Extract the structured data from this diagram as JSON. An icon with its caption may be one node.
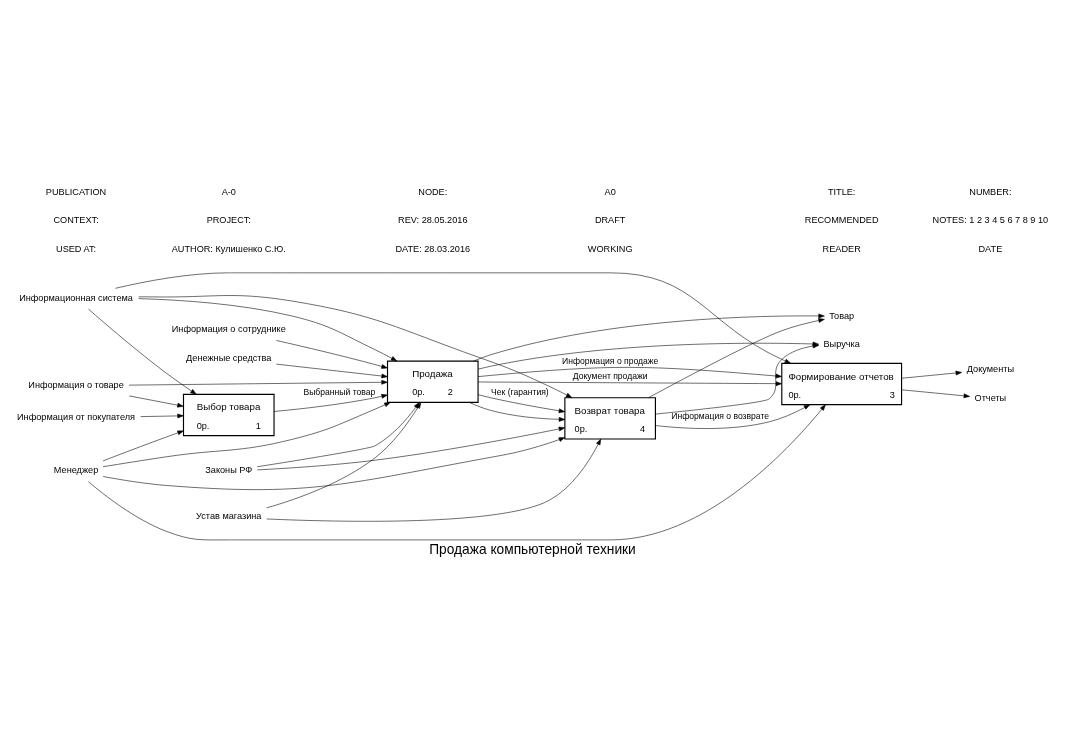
{
  "diagram": {
    "title": "Продажа компьютерной техники",
    "nodes": [
      {
        "text": [
          "Выбор товара",
          "0р.",
          "1"
        ]
      },
      {
        "text": [
          "Возврат товара",
          "0р.",
          "4"
        ]
      },
      {
        "text": [
          "Продажа",
          "0р.",
          "2"
        ]
      },
      {
        "text": [
          "Формирование отчетов",
          "0р.",
          "3"
        ]
      },
      {
        "text": [
          "Законы РФ"
        ]
      },
      {
        "text": [
          "Устав магазина"
        ]
      },
      {
        "text": [
          "Информация от покупателя"
        ]
      },
      {
        "text": [
          "Информация о товаре"
        ]
      },
      {
        "text": [
          "Информация о сотруднике"
        ]
      },
      {
        "text": [
          "Денежные средства"
        ]
      },
      {
        "text": [
          "Товар"
        ]
      },
      {
        "text": [
          "Выручка"
        ]
      },
      {
        "text": [
          "Документы"
        ]
      },
      {
        "text": [
          "Отчеты"
        ]
      },
      {
        "text": [
          "Информационная система"
        ]
      },
      {
        "text": [
          "Менеджер"
        ]
      }
    ],
    "edges": [
      {
        "from": 6,
        "to": 0,
        "arrow": "to"
      },
      {
        "from": 7,
        "to": 0,
        "arrow": "to"
      },
      {
        "from": 7,
        "to": 2,
        "arrow": "to"
      },
      {
        "from": 0,
        "to": 2,
        "arrow": "to",
        "label": "Выбранный товар"
      },
      {
        "from": 8,
        "to": 2,
        "arrow": "to"
      },
      {
        "from": 9,
        "to": 2,
        "arrow": "to"
      },
      {
        "from": 4,
        "to": 2,
        "arrow": "to"
      },
      {
        "from": 4,
        "to": 1,
        "arrow": "to"
      },
      {
        "from": 5,
        "to": 2,
        "arrow": "to"
      },
      {
        "from": 5,
        "to": 1,
        "arrow": "to"
      },
      {
        "from": 2,
        "to": 1,
        "arrow": "to",
        "label": "Чек (гарантия)"
      },
      {
        "from": 2,
        "to": 1,
        "arrow": "to"
      },
      {
        "from": 2,
        "to": 10,
        "arrow": "to"
      },
      {
        "from": 1,
        "to": 10,
        "arrow": "to"
      },
      {
        "from": 2,
        "to": 11,
        "arrow": "to"
      },
      {
        "from": 1,
        "to": 11,
        "arrow": "to"
      },
      {
        "from": 2,
        "to": 3,
        "arrow": "to",
        "label": "Информация о продаже"
      },
      {
        "from": 2,
        "to": 3,
        "arrow": "to",
        "label": "Документ продажи"
      },
      {
        "from": 1,
        "to": 3,
        "arrow": "to",
        "label": "Информация о возврате"
      },
      {
        "from": 3,
        "to": 12,
        "arrow": "to"
      },
      {
        "from": 3,
        "to": 13,
        "arrow": "to"
      },
      {
        "from": 14,
        "to": 2,
        "arrow": "to"
      },
      {
        "from": 14,
        "to": 0,
        "arrow": "to"
      },
      {
        "from": 14,
        "to": 3,
        "arrow": "to"
      },
      {
        "from": 14,
        "to": 1,
        "arrow": "to"
      },
      {
        "from": 15,
        "to": 2,
        "arrow": "to"
      },
      {
        "from": 15,
        "to": 0,
        "arrow": "to"
      },
      {
        "from": 15,
        "to": 3,
        "arrow": "to"
      },
      {
        "from": 15,
        "to": 1,
        "arrow": "to"
      }
    ],
    "labels": [
      "USED AT:",
      "AUTHOR: Кулишенко С.Ю.",
      "DATE: 28.03.2016",
      "WORKING",
      "READER",
      "DATE",
      "CONTEXT:",
      "PROJECT:",
      "REV: 28.05.2016",
      "DRAFT",
      "RECOMMENDED",
      "NOTES: 1 2 3 4 5 6 7 8 9 10",
      "PUBLICATION",
      "A-0",
      "NODE:",
      "A0",
      "TITLE:",
      "NUMBER:"
    ]
  }
}
